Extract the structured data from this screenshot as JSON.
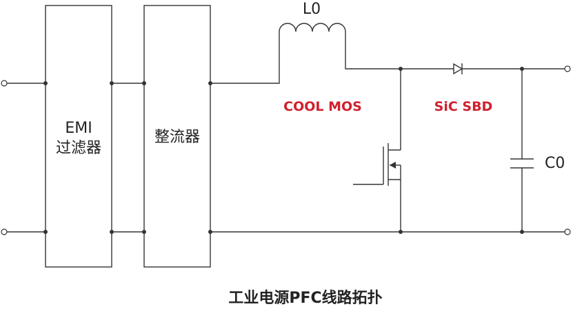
{
  "diagram": {
    "blocks": {
      "emi": {
        "line1": "EMI",
        "line2": "过滤器"
      },
      "rectifier": {
        "label": "整流器"
      }
    },
    "inductor": {
      "label": "L0"
    },
    "mosfet": {
      "label": "COOL MOS"
    },
    "diode": {
      "label": "SiC SBD"
    },
    "capacitor": {
      "label": "C0"
    },
    "caption": "工业电源PFC线路拓扑"
  },
  "colors": {
    "wire": "#333333",
    "highlight": "#d0202e",
    "text": "#222222"
  }
}
